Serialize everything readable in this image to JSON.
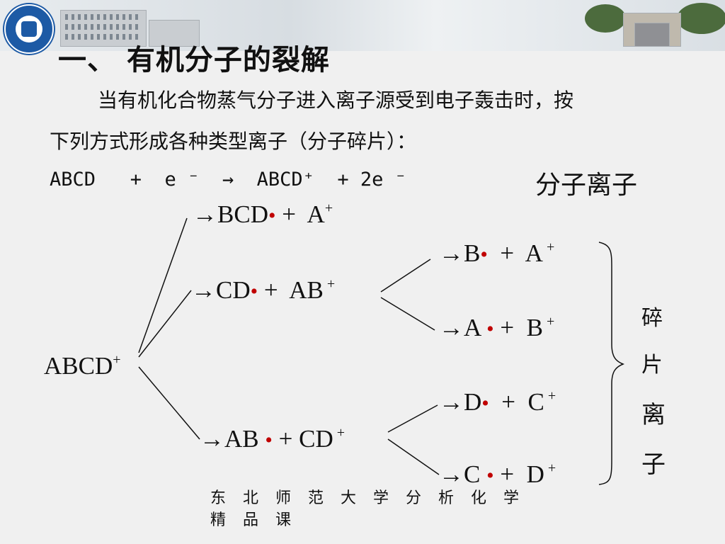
{
  "header": {
    "title": "一、 有机分子的裂解"
  },
  "intro": {
    "line1": "当有机化合物蒸气分子进入离子源受到电子轰击时，按",
    "line2": "下列方式形成各种类型离子（分子碎片）："
  },
  "equation": {
    "text": "ABCD   +  e ⁻  →  ABCD⁺  + 2e ⁻",
    "label": "分子离子"
  },
  "scheme": {
    "root": {
      "text": "ABCD",
      "charge": "+"
    },
    "level1": [
      {
        "arrow": "→",
        "a": "BCD",
        "dot": "•",
        "b": " +  A",
        "charge": "+"
      },
      {
        "arrow": "→",
        "a": "CD",
        "dot": "•",
        "b": " +  AB",
        "charge": " +"
      },
      {
        "arrow": "→",
        "a": "AB ",
        "dot": "•",
        "b": " + CD",
        "charge": " +"
      }
    ],
    "level2": [
      {
        "arrow": "→",
        "a": "B",
        "dot": "•",
        "b": "  +  A",
        "charge": " +"
      },
      {
        "arrow": "→",
        "a": "A ",
        "dot": "•",
        "b": " +  B",
        "charge": " +"
      },
      {
        "arrow": "→",
        "a": "D",
        "dot": "•",
        "b": "  +  C",
        "charge": " +"
      },
      {
        "arrow": "→",
        "a": "C ",
        "dot": "•",
        "b": " +  D",
        "charge": " +"
      }
    ],
    "side_label": [
      "碎",
      "片",
      "离",
      "子"
    ]
  },
  "footer": {
    "line1": "东北师范大学分析化学",
    "line2": "精品课"
  },
  "colors": {
    "dot": "#c00000",
    "logo": "#1d5aa5"
  }
}
